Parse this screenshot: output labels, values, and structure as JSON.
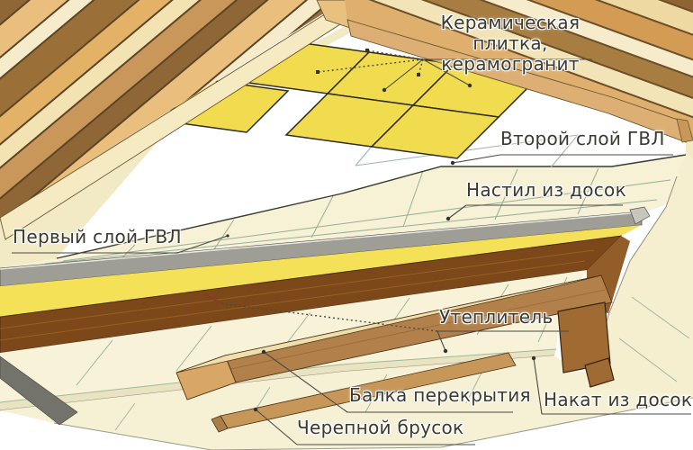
{
  "diagram": {
    "kind": "construction-layers-cutaway",
    "language": "ru",
    "labels": {
      "ceramic": {
        "line1": "Керамическая плитка,",
        "line2": "керамогранит"
      },
      "gvl2": "Второй слой ГВЛ",
      "decking": "Настил из досок",
      "gvl1": "Первый слой ГВЛ",
      "insulation": "Утеплитель",
      "beam": "Балка перекрытия",
      "boards": "Накат из досок",
      "bar": "Черепной брусок"
    },
    "layers_top_to_bottom": [
      "Керамическая плитка, керамогранит",
      "Второй слой ГВЛ",
      "Первый слой ГВЛ",
      "Настил из досок",
      "Утеплитель",
      "Балка перекрытия",
      "Черепной брусок",
      "Накат из досок"
    ],
    "colors": {
      "background": "#FFFFFF",
      "tile_yellow": "#F1DC50",
      "gvl_white": "#FFFFFF",
      "decking_cream": "#F7F1D6",
      "gray_edge": "#9E9E96",
      "insulation_yellow": "#F4E158",
      "beam_dark_brown": "#7C4719",
      "wood_tan": "#DFAF6E",
      "wood_cream": "#F5EAC2",
      "leader_line": "#4a4a46"
    }
  }
}
